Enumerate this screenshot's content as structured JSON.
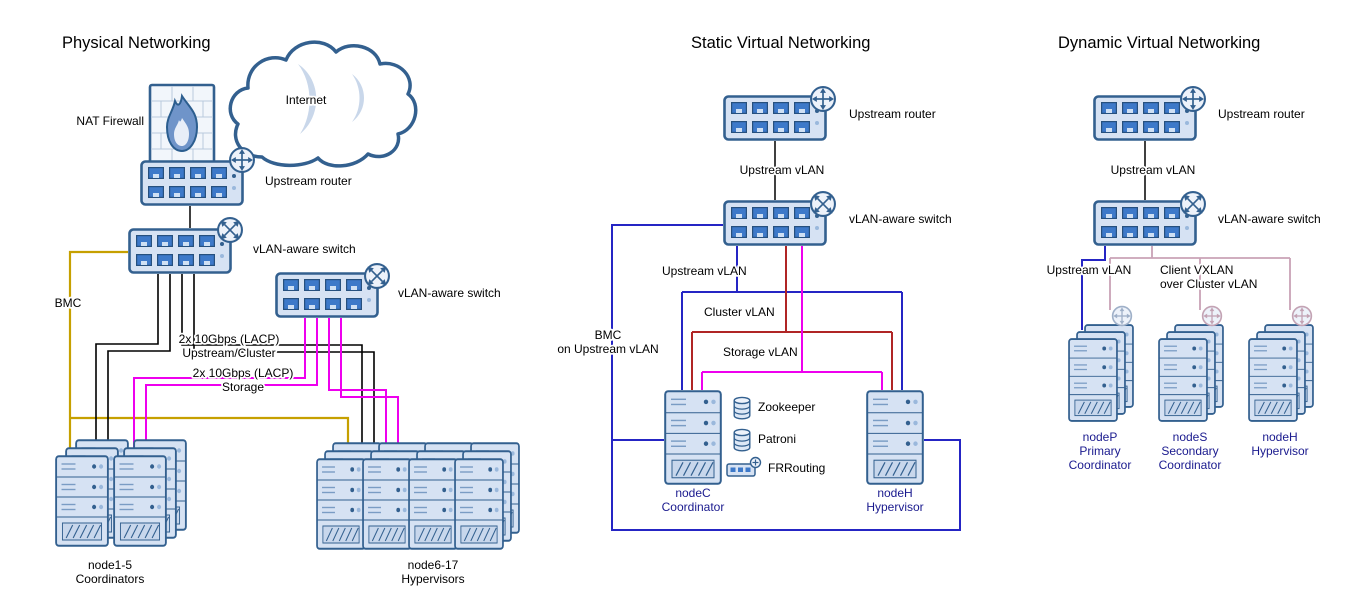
{
  "colors": {
    "device_outline": "#33608f",
    "device_fill": "#d6e2f3",
    "port_blue": "#3d79c9",
    "bmc_gold": "#c6a000",
    "storage_magenta": "#ee00ee",
    "upstream_blue": "#2525c4",
    "cluster_red": "#b02525",
    "vxlan_pink": "#c9a2b6",
    "line_black": "#000000",
    "node_label_navy": "#1a1a8e"
  },
  "physical": {
    "title": "Physical Networking",
    "internet_label": "Internet",
    "firewall_label": "NAT Firewall",
    "router_label": "Upstream router",
    "switch1_label": "vLAN-aware switch",
    "switch2_label": "vLAN-aware switch",
    "bmc_label": "BMC",
    "lacp_upstream": [
      "2x 10Gbps (LACP)",
      "Upstream/Cluster"
    ],
    "lacp_storage": [
      "2x 10Gbps (LACP)",
      "Storage"
    ],
    "coordinators": [
      "node1-5",
      "Coordinators"
    ],
    "hypervisors": [
      "node6-17",
      "Hypervisors"
    ]
  },
  "static_virtual": {
    "title": "Static Virtual Networking",
    "router_label": "Upstream router",
    "upstream_vlan_link": "Upstream vLAN",
    "switch_label": "vLAN-aware switch",
    "upstream_vlan": "Upstream vLAN",
    "cluster_vlan": "Cluster vLAN",
    "storage_vlan": "Storage vLAN",
    "bmc": [
      "BMC",
      "on Upstream vLAN"
    ],
    "services": [
      "Zookeeper",
      "Patroni",
      "FRRouting"
    ],
    "nodec": [
      "nodeC",
      "Coordinator"
    ],
    "nodeh": [
      "nodeH",
      "Hypervisor"
    ]
  },
  "dynamic_virtual": {
    "title": "Dynamic Virtual Networking",
    "router_label": "Upstream router",
    "upstream_vlan_link": "Upstream vLAN",
    "switch_label": "vLAN-aware switch",
    "upstream_vlan": "Upstream vLAN",
    "client_vxlan": [
      "Client VXLAN",
      "over Cluster vLAN"
    ],
    "nodep": [
      "nodeP",
      "Primary",
      "Coordinator"
    ],
    "nodes": [
      "nodeS",
      "Secondary",
      "Coordinator"
    ],
    "nodeh": [
      "nodeH",
      "Hypervisor"
    ]
  }
}
